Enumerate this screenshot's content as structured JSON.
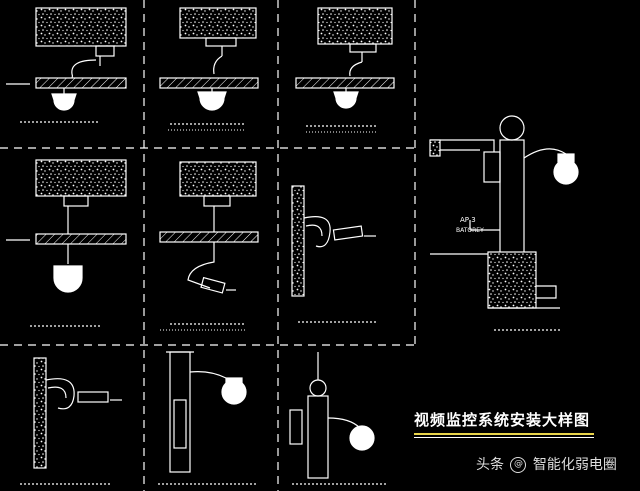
{
  "title": "视频监控系统安装大样图",
  "watermark": {
    "prefix": "头条",
    "handle": "智能化弱电圈"
  },
  "colors": {
    "background": "#000000",
    "line": "#ffffff",
    "title_underline": "#e8d34a"
  },
  "icons": [
    "camera-dome-icon",
    "at-icon"
  ]
}
